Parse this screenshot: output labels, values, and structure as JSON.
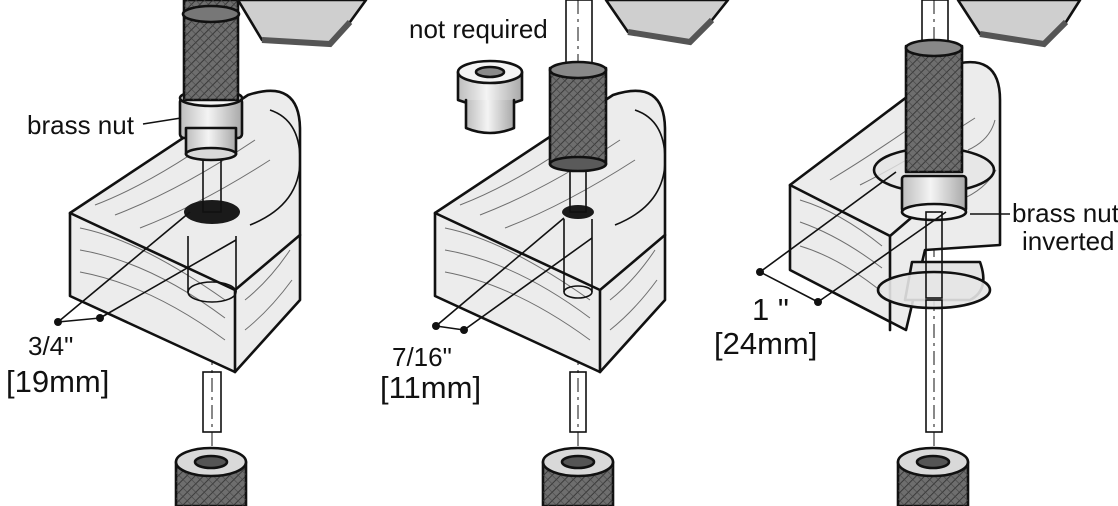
{
  "diagram": {
    "panels": [
      {
        "id": "panel-1",
        "callout": "brass nut",
        "dimension_imperial": "3/4\"",
        "dimension_metric": "[19mm]"
      },
      {
        "id": "panel-2",
        "callout": "not required",
        "dimension_imperial": "7/16\"",
        "dimension_metric": "[11mm]"
      },
      {
        "id": "panel-3",
        "callout_line1": "brass nut",
        "callout_line2": "inverted",
        "dimension_imperial": "1 \"",
        "dimension_metric": "[24mm]"
      }
    ],
    "colors": {
      "ink": "#111111",
      "wood": "#e9e9e9",
      "metal_dark": "#6a6a6a",
      "metal_light": "#d4d4d4",
      "brass": "#f0f0f0"
    }
  }
}
